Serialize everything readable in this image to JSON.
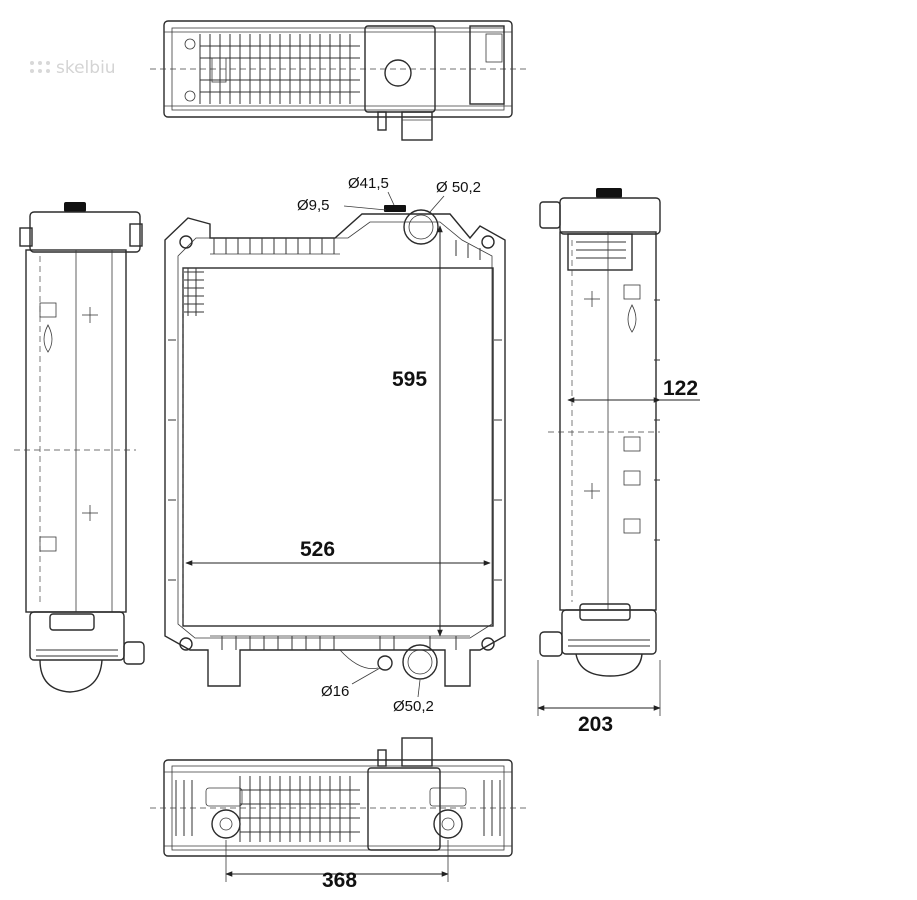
{
  "watermark": {
    "text": "skelbiu"
  },
  "dimensions": {
    "height_front": "595",
    "width_front": "526",
    "core_depth": "122",
    "total_depth": "203",
    "mount_spacing": "368"
  },
  "ports": {
    "top_cap": "Ø41,5",
    "top_vent": "Ø9,5",
    "top_inlet": "Ø 50,2",
    "bottom_drain": "Ø16",
    "bottom_outlet": "Ø50,2"
  }
}
